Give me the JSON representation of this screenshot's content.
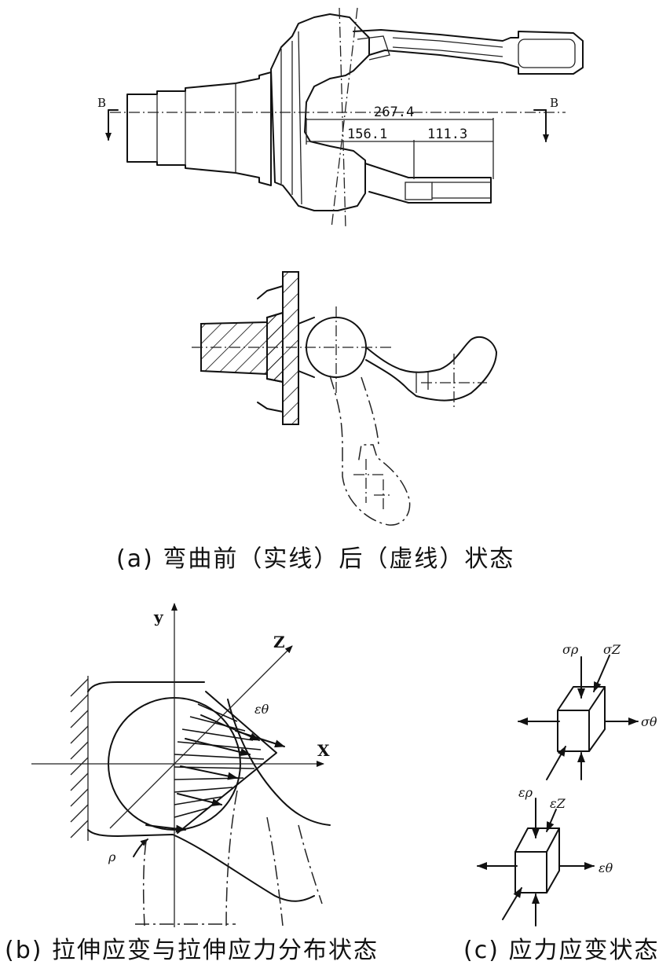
{
  "figure_a": {
    "caption": "(a) 弯曲前（实线）后（虚线）状态",
    "dim_total": "267.4",
    "dim_left": "156.1",
    "dim_right": "111.3",
    "section_mark_left": "B",
    "section_mark_right": "B"
  },
  "figure_b": {
    "caption": "(b) 拉伸应变与拉伸应力分布状态",
    "axis_y": "y",
    "axis_x": "X",
    "axis_z": "Z",
    "strain_label": "εθ",
    "radius_label": "ρ"
  },
  "figure_c": {
    "caption": "(c) 应力应变状态",
    "stress_rho": "σρ",
    "stress_z": "σZ",
    "stress_theta": "σθ",
    "strain_rho": "ερ",
    "strain_z": "εZ",
    "strain_theta": "εθ"
  }
}
